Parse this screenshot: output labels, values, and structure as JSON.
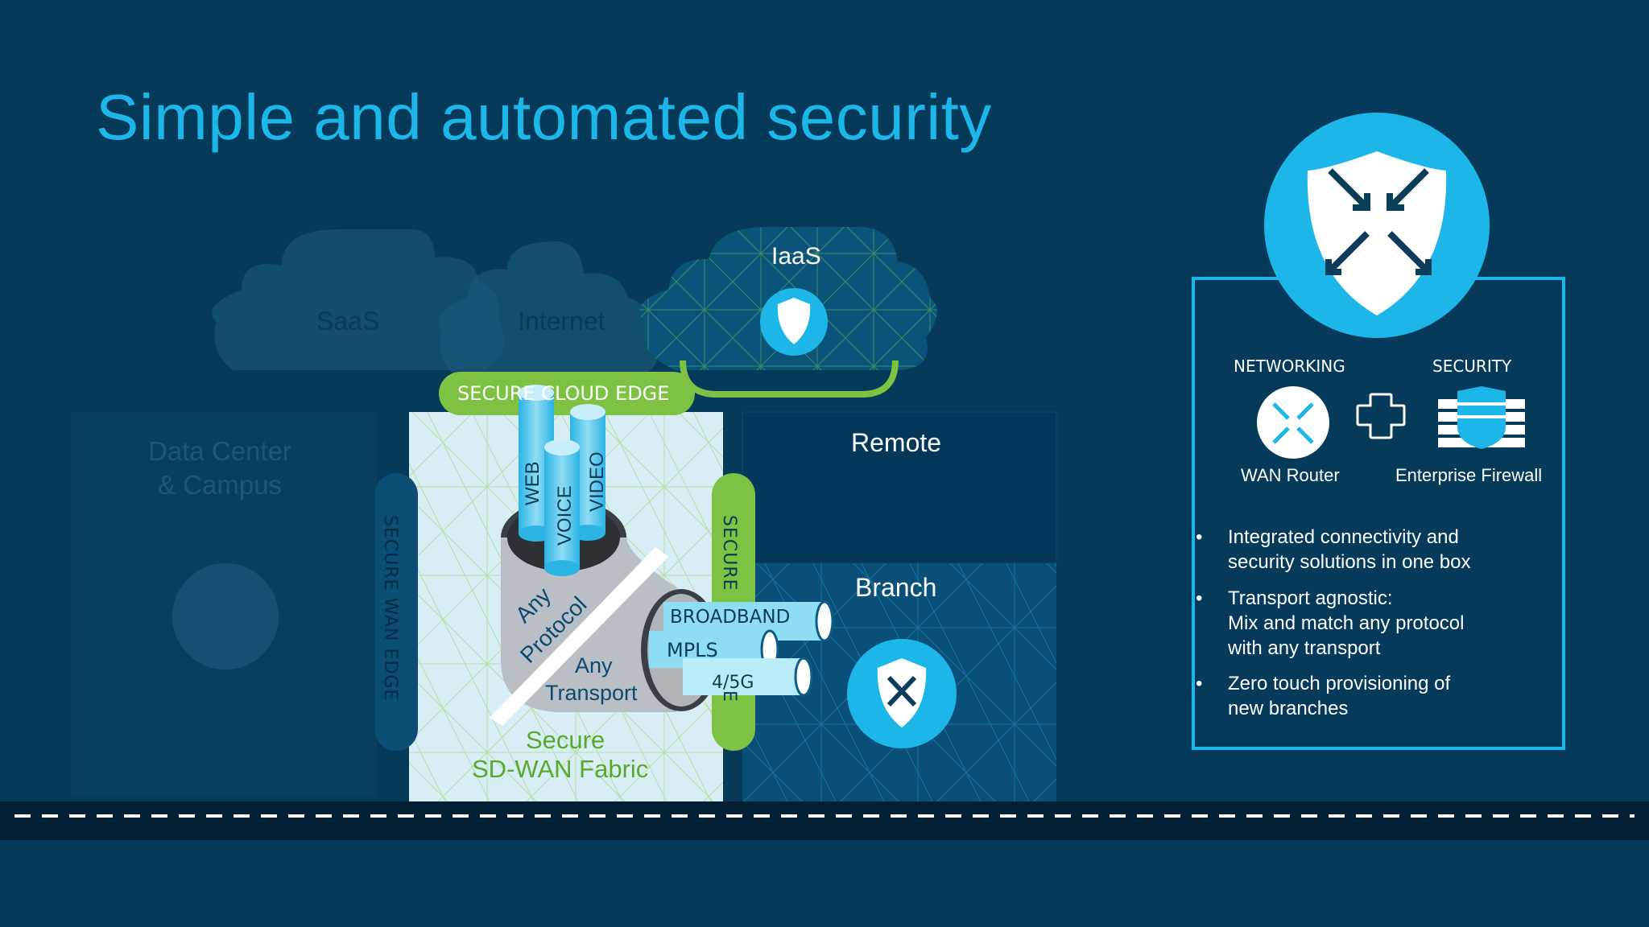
{
  "slide": {
    "title": "Simple and automated security"
  },
  "clouds": {
    "saas": "SaaS",
    "internet": "Internet",
    "iaas": "IaaS"
  },
  "labels": {
    "secure_cloud_edge": "SECURE CLOUD EDGE",
    "data_center": "Data Center",
    "campus": "& Campus",
    "secure_wan_edge": "SECURE WAN EDGE",
    "secure_right": "SECURE",
    "secure_right_tail": "E",
    "remote": "Remote",
    "branch": "Branch",
    "fabric_line1": "Secure",
    "fabric_line2": "SD-WAN Fabric",
    "any_protocol_1": "Any",
    "any_protocol_2": "Protocol",
    "any_transport_1": "Any",
    "any_transport_2": "Transport"
  },
  "protocols": [
    "WEB",
    "VOICE",
    "VIDEO"
  ],
  "transports": [
    "BROADBAND",
    "MPLS",
    "4/5G"
  ],
  "panel": {
    "networking_label": "NETWORKING",
    "security_label": "SECURITY",
    "wan_router": "WAN Router",
    "enterprise_firewall": "Enterprise Firewall",
    "bullets": [
      [
        "Integrated connectivity and",
        "security solutions in one box"
      ],
      [
        "Transport agnostic:",
        "Mix and match any protocol",
        "with any transport"
      ],
      [
        "Zero touch provisioning of",
        "new branches"
      ]
    ]
  },
  "icons": {
    "bullet": "•"
  },
  "colors": {
    "background": "#053a5a",
    "accent_blue": "#1cb7e8",
    "accent_green": "#7dc242",
    "fabric_light": "#d7eef5"
  }
}
